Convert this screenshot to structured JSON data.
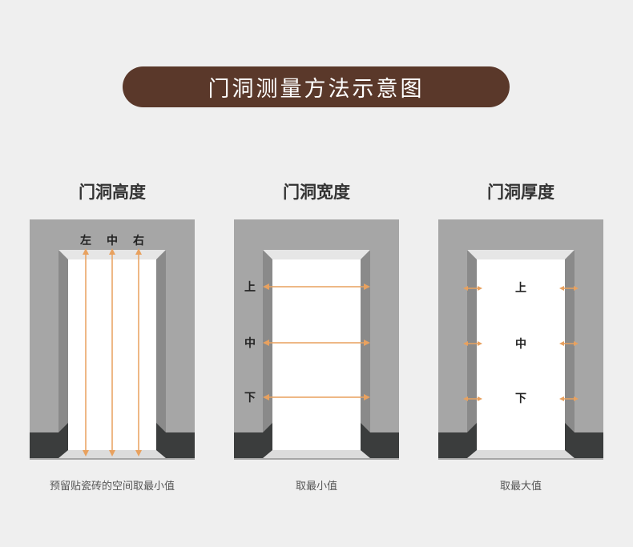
{
  "banner": {
    "title": "门洞测量方法示意图"
  },
  "colors": {
    "banner_bg": "#5a382a",
    "arrow": "#e8a15f",
    "wall": "#a6a6a6",
    "jamb": "#8a8a8a",
    "baseboard": "#3b3d3d"
  },
  "panels": [
    {
      "title": "门洞高度",
      "labels": [
        "左",
        "中",
        "右"
      ],
      "caption": "预留贴瓷砖的空间取最小值"
    },
    {
      "title": "门洞宽度",
      "labels": [
        "上",
        "中",
        "下"
      ],
      "caption": "取最小值"
    },
    {
      "title": "门洞厚度",
      "labels": [
        "上",
        "中",
        "下"
      ],
      "caption": "取最大值"
    }
  ]
}
